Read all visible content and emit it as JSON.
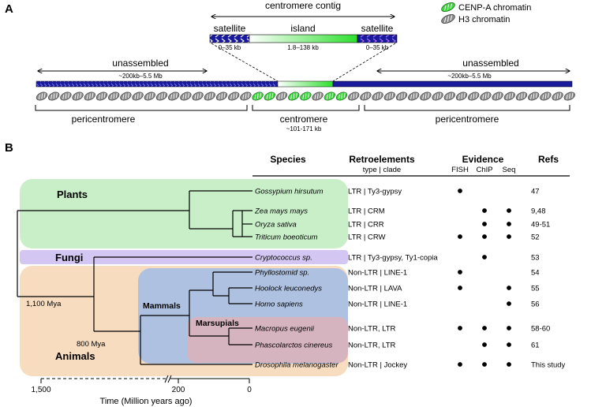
{
  "panel_a": {
    "label": "A",
    "centromere_contig": "centromere contig",
    "satellite_left": "satellite",
    "island": "island",
    "satellite_right": "satellite",
    "size_satellite_left": "0–35 kb",
    "size_island": "1.8–138 kb",
    "size_satellite_right": "0–35 kb",
    "unassembled_left": "unassembled",
    "unassembled_right": "unassembled",
    "size_unassembled_left": "~200kb–5.5 Mb",
    "size_unassembled_right": "~200kb–5.5 Mb",
    "pericentromere_left": "pericentromere",
    "centromere": "centromere",
    "centromere_size": "~101-171 kb",
    "pericentromere_right": "pericentromere",
    "legend": {
      "cenpa": "CENP-A chromatin",
      "h3": "H3 chromatin"
    },
    "colors": {
      "satellite_blue": "#1a1a9c",
      "island_green": "#3ee83e",
      "cenpa_green": "#3fd43f",
      "h3_gray": "#8c8c8c"
    }
  },
  "panel_b": {
    "label": "B",
    "headers": {
      "species": "Species",
      "retro": "Retroelements",
      "retro_sub": "type | clade",
      "evidence": "Evidence",
      "fish": "FISH",
      "chip": "ChIP",
      "seq": "Seq",
      "refs": "Refs"
    },
    "groups": {
      "plants": "Plants",
      "fungi": "Fungi",
      "animals": "Animals",
      "mammals": "Mammals",
      "marsupials": "Marsupials"
    },
    "node_labels": {
      "root": "1,100 Mya",
      "animals_node": "800 Mya"
    },
    "rows": [
      {
        "species": "Gossypium hirsutum",
        "retro": "LTR | Ty3-gypsy",
        "fish": true,
        "chip": false,
        "seq": false,
        "refs": "47"
      },
      {
        "species": "Zea mays mays",
        "retro": "LTR | CRM",
        "fish": false,
        "chip": true,
        "seq": true,
        "refs": "9,48"
      },
      {
        "species": "Oryza sativa",
        "retro": "LTR | CRR",
        "fish": false,
        "chip": true,
        "seq": true,
        "refs": "49-51"
      },
      {
        "species": "Triticum boeoticum",
        "retro": "LTR | CRW",
        "fish": true,
        "chip": true,
        "seq": true,
        "refs": "52"
      },
      {
        "species": "Cryptococcus sp.",
        "retro": "LTR | Ty3-gypsy, Ty1-copia",
        "fish": false,
        "chip": true,
        "seq": false,
        "refs": "53"
      },
      {
        "species": "Phyllostomid sp.",
        "retro": "Non-LTR | LINE-1",
        "fish": true,
        "chip": false,
        "seq": false,
        "refs": "54"
      },
      {
        "species": "Hoolock leuconedys",
        "retro": "Non-LTR | LAVA",
        "fish": true,
        "chip": false,
        "seq": true,
        "refs": "55"
      },
      {
        "species": "Homo sapiens",
        "retro": "Non-LTR | LINE-1",
        "fish": false,
        "chip": false,
        "seq": true,
        "refs": "56"
      },
      {
        "species": "Macropus eugenii",
        "retro": "Non-LTR, LTR",
        "fish": true,
        "chip": true,
        "seq": true,
        "refs": "58-60"
      },
      {
        "species": "Phascolarctos cinereus",
        "retro": "Non-LTR, LTR",
        "fish": false,
        "chip": true,
        "seq": true,
        "refs": "61"
      },
      {
        "species": "Drosophila melanogaster",
        "retro": "Non-LTR | Jockey",
        "fish": true,
        "chip": true,
        "seq": true,
        "refs": "This study"
      }
    ],
    "axis": {
      "ticks": [
        "1,500",
        "200",
        "0"
      ],
      "label": "Time (Million years ago)"
    },
    "colors": {
      "plants": "#c9efc9",
      "fungi": "#d4c6f2",
      "animals": "#f8dcc0",
      "mammals": "#aec1e0",
      "marsupials": "#dcb0b8"
    }
  }
}
